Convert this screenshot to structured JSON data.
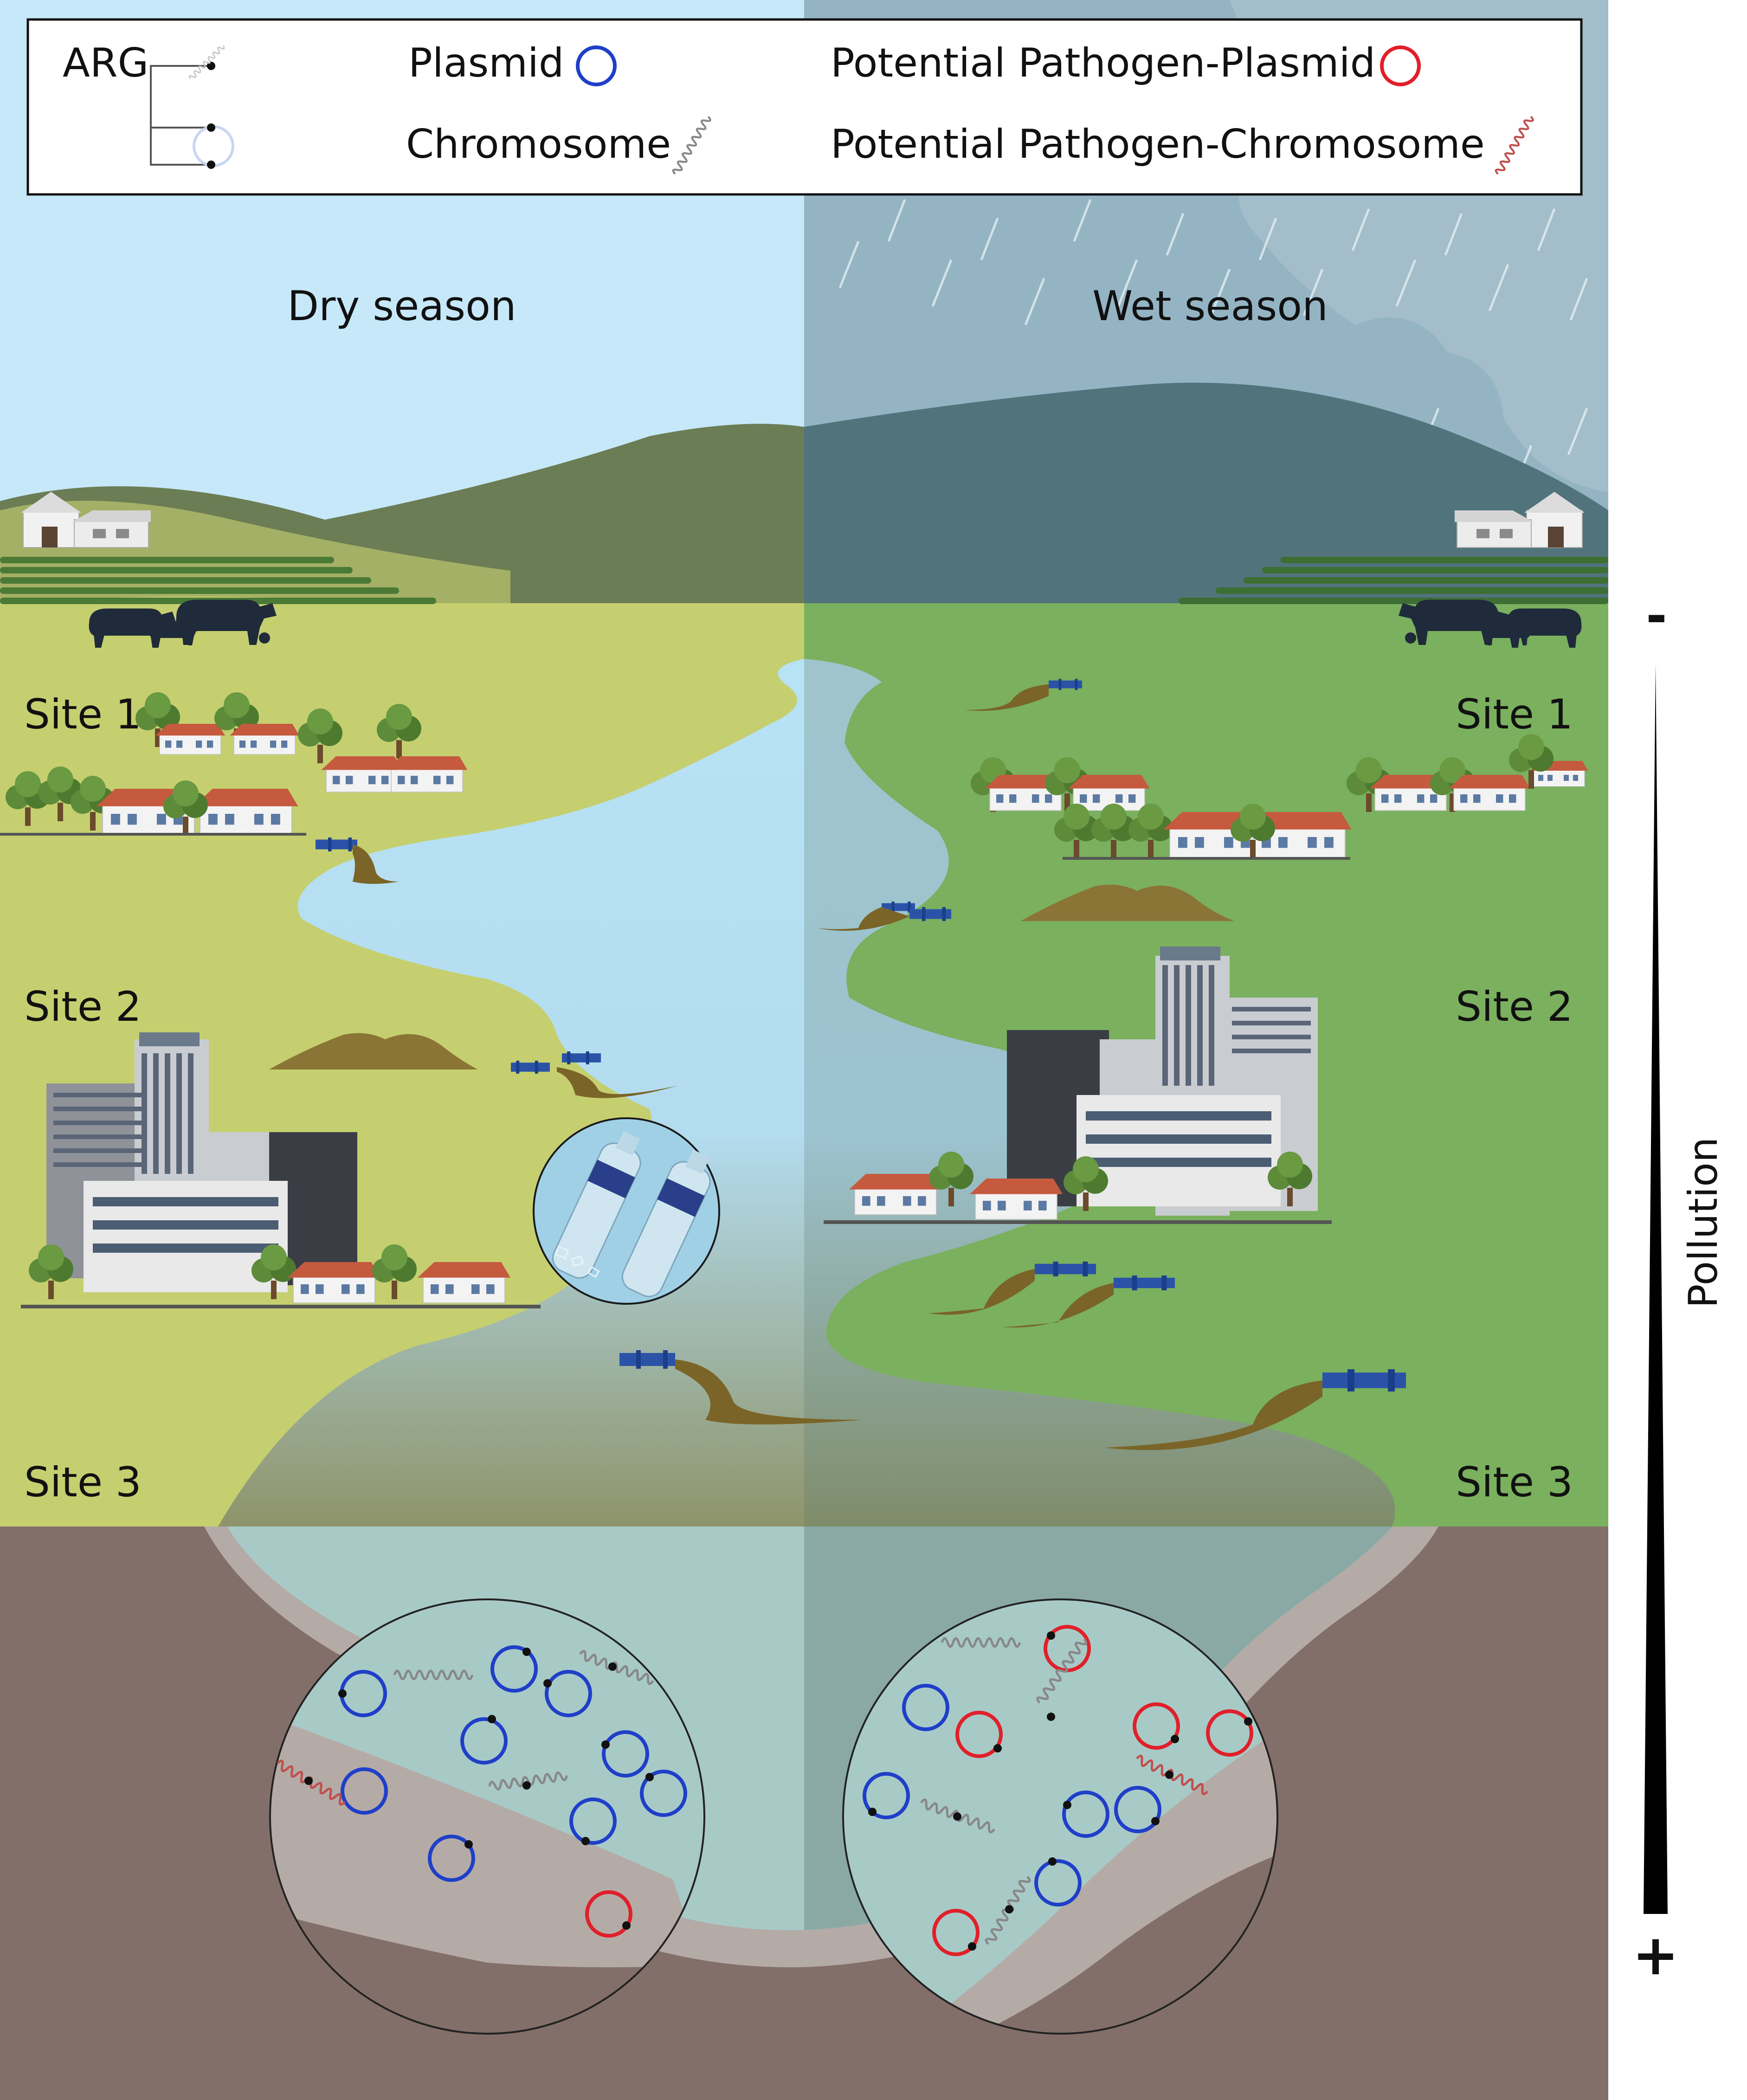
{
  "legend": {
    "arg_label": "ARG",
    "plasmid_label": "Plasmid",
    "chromosome_label": "Chromosome",
    "pp_plasmid_label": "Potential Pathogen-Plasmid",
    "pp_chromosome_label": "Potential Pathogen-Chromosome"
  },
  "seasons": {
    "dry": "Dry season",
    "wet": "Wet season"
  },
  "sites": {
    "site1": "Site 1",
    "site2": "Site 2",
    "site3": "Site 3"
  },
  "pollution": {
    "label": "Pollution",
    "low_symbol": "-",
    "high_symbol": "+"
  },
  "colors": {
    "plasmid": "#1f3fc8",
    "pathogen": "#e0202a",
    "chromosome": "#888888",
    "pathogen_chromosome": "#c0504d",
    "arg_dot": "#111111",
    "dry_land": "#c5cf6f",
    "wet_land": "#7ab05e",
    "dry_sky": "#c6e8f9",
    "wet_sky": "#94b4c4",
    "soil": "#836f69",
    "sediment": "#b4aba7",
    "water_inset": "#a8cac7"
  },
  "icons": [
    "pipe-icon",
    "plastic-bottle-icon",
    "cow-icon",
    "farm-barn-icon",
    "house-icon",
    "tree-icon",
    "office-building-icon",
    "rain-icon"
  ]
}
